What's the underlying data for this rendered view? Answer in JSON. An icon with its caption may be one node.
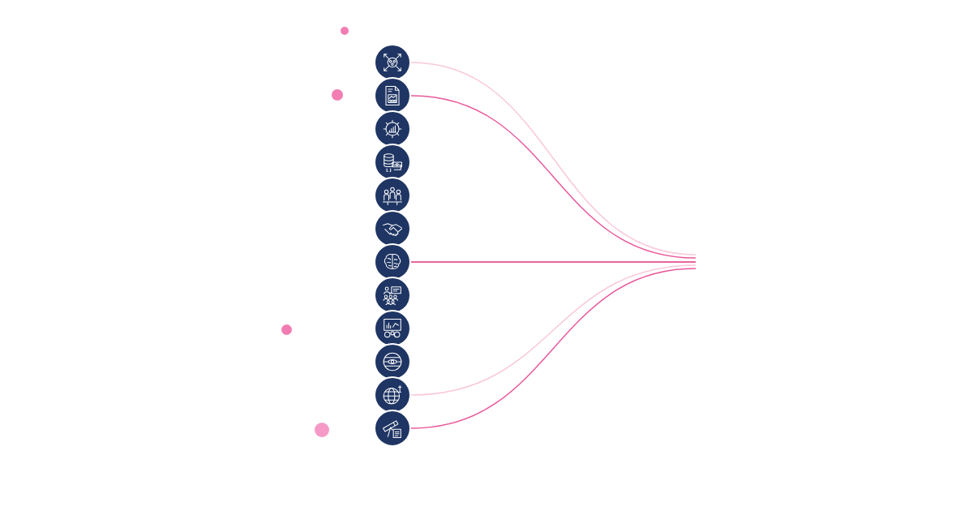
{
  "diagram": {
    "nodes": [
      {
        "text": [],
        "shape": "circle"
      },
      {
        "text": [],
        "shape": "circle"
      },
      {
        "text": [],
        "shape": "circle"
      },
      {
        "text": [],
        "shape": "circle"
      },
      {
        "text": [],
        "shape": "circle"
      },
      {
        "text": [],
        "shape": "circle"
      },
      {
        "text": [],
        "shape": "circle"
      },
      {
        "text": [],
        "shape": "circle"
      },
      {
        "text": [],
        "shape": "circle"
      },
      {
        "text": [],
        "shape": "circle"
      },
      {
        "text": [],
        "shape": "circle"
      },
      {
        "text": [],
        "shape": "circle"
      }
    ],
    "edges": [
      {
        "from": 0,
        "to": null,
        "arrow": "none",
        "color": "#f9c8dc"
      },
      {
        "from": 1,
        "to": null,
        "arrow": "none",
        "color": "#e9589b"
      },
      {
        "from": 6,
        "to": null,
        "arrow": "none",
        "color": "#e0307c"
      },
      {
        "from": 10,
        "to": null,
        "arrow": "none",
        "color": "#f9c8dc"
      },
      {
        "from": 11,
        "to": null,
        "arrow": "none",
        "color": "#e9589b"
      }
    ]
  }
}
